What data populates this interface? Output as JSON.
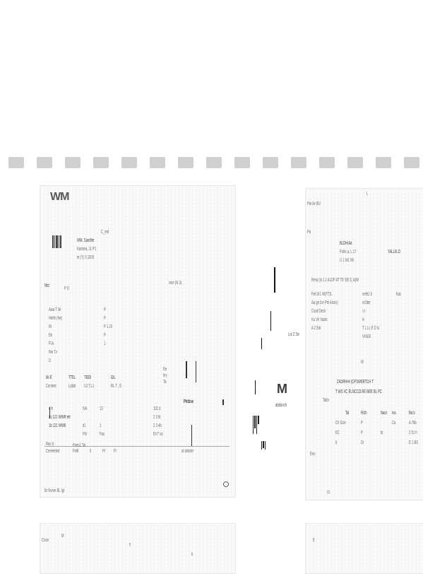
{
  "strip": {
    "count": 15
  },
  "left_doc": {
    "logo": "WM",
    "header": "C_ted",
    "addr1": "WM. Saridhe",
    "addr2": "Kanitea, JL P1",
    "addr3": "le (Y) 5 1000",
    "section_title": "Nfd",
    "section_sub": "P D",
    "right_note": "vine (N 3)",
    "fields": [
      {
        "label": "Awa T 3e",
        "val": "P"
      },
      {
        "label": "Hoffn (Ne)",
        "val": "P"
      },
      {
        "label": "Ri",
        "val": "P 1 J3"
      },
      {
        "label": "Ek",
        "val": "P"
      },
      {
        "label": "Fl A",
        "val": "1"
      },
      {
        "label": "Rw Tv",
        "val": ""
      },
      {
        "label": "D",
        "val": ""
      }
    ],
    "row_a": [
      "Mi E",
      "TTEL",
      "TEEll",
      "GIL"
    ],
    "row_b": [
      "Contriet",
      "Lobbl",
      "UJ T.L1",
      "RL T , E"
    ],
    "box_labels": [
      "Ea",
      "Iev",
      "Ta"
    ],
    "amount_label": "Phtbse",
    "items": [
      {
        "a": "4 fi",
        "b": "IVA",
        "c": "13",
        "d": "101 b"
      },
      {
        "a": "Ls 121 WWR ett",
        "b": "",
        "c": "",
        "d": "2 3 lb"
      },
      {
        "a": "1b 121 WW8",
        "b": "d1",
        "c": "1",
        "d": "2 3 4b"
      },
      {
        "a": "",
        "b": "Pill",
        "c": "Fas",
        "d": "EV7 va"
      }
    ],
    "footer1": [
      "Rav d",
      "Pieto1 Tal"
    ],
    "footer2": [
      "Ceeeeded",
      "Fel8",
      "Il",
      "Pl",
      "Fl",
      "at alolder"
    ],
    "bottom": "Br Nvme    BL Igt"
  },
  "right_doc": {
    "head": "Pai Av BU",
    "top_mark": "L",
    "label_p": "Pa",
    "addr1": "BLDH/Aa",
    "addr2": "Fortk a, L 17",
    "addr3": "U 1 W1 WI",
    "tag": "YALL/ILO",
    "line": "Rrea (lo 1.1 ALDF AT TE  SB  1(.A)W",
    "kv": [
      {
        "k": "Fiel 3r1 W(FT)L",
        "v": "nefe2 b",
        "x": "Kac"
      },
      {
        "k": "Aa ge Ice Pel Alusv)",
        "v": "vr2ibe",
        "x": ""
      },
      {
        "k": "Coall Deck",
        "v": "i n",
        "x": ""
      },
      {
        "k": "Ku Ve Vaals",
        "v": "lv",
        "x": ""
      },
      {
        "k": "A 2 Eal",
        "v": "T L Lc E D Iu",
        "x": ""
      },
      {
        "k": "",
        "v": "VHiGll",
        "x": ""
      }
    ],
    "mid": "W",
    "logo": "M",
    "logo_caption": "abdunch",
    "company1": "ZADRHHI (CPSWERTCH T",
    "company2": "T WS VC ELNCCO.RE BEE BL PC",
    "small": "Talbr",
    "cols": [
      "Tal",
      "Rcth",
      "Naor",
      "Iva",
      "Ba b"
    ],
    "rows": [
      {
        "a": "Ch Scle",
        "b": "P",
        "c": "",
        "d": "Ca",
        "e": "A 78b"
      },
      {
        "a": "EC",
        "b": "P",
        "c": "bl",
        "d": "",
        "e": "2 51 h"
      },
      {
        "a": "b",
        "b": "Dr",
        "c": "",
        "d": "",
        "e": "E 1 BS"
      }
    ],
    "small2": "Eou",
    "bottom": "cs"
  },
  "lower_left": {
    "a": "Cnan",
    "b": "M",
    "c": "b",
    "d": "n"
  },
  "lower_right": {
    "a": "E"
  }
}
